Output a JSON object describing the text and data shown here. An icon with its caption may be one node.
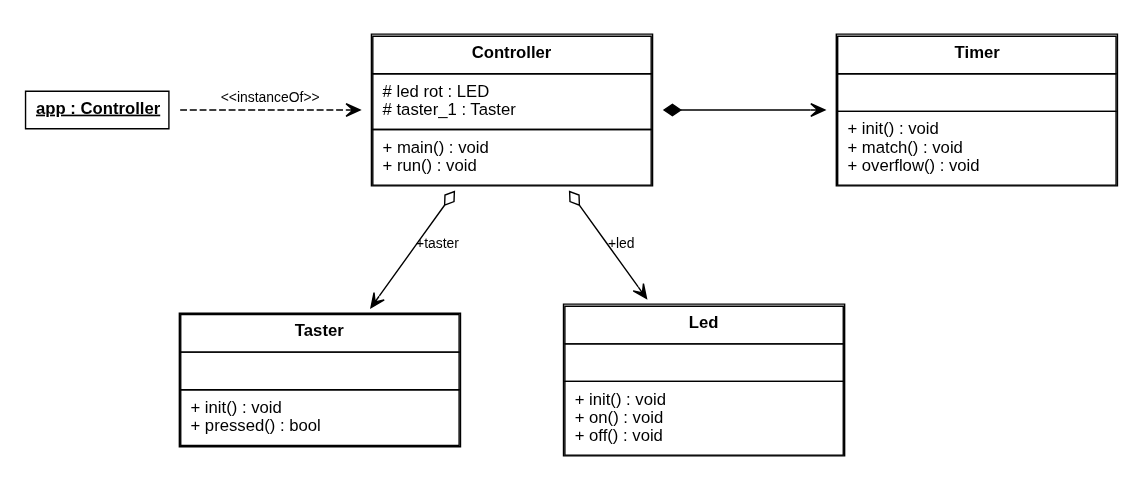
{
  "diagram": {
    "nodes": [
      {
        "text": [
          "app : Controller"
        ]
      },
      {
        "text": [
          "Controller",
          "# led rot : LED",
          "# taster_1 : Taster",
          "+ main() : void",
          "+ run() : void"
        ]
      },
      {
        "text": [
          "Timer",
          "+ init() : void",
          "+ match() : void",
          "+ overflow() : void"
        ]
      },
      {
        "text": [
          "Taster",
          "+ init() : void",
          "+ pressed() : bool"
        ]
      },
      {
        "text": [
          "Led",
          "+ init() : void",
          "+ on() : void",
          "+ off() : void"
        ]
      }
    ],
    "edges": [
      {
        "from": 0,
        "to": 1,
        "arrow": "to",
        "style": "dashed",
        "label": "<<instanceOf>>"
      },
      {
        "from": 1,
        "to": 2,
        "arrow": "to"
      },
      {
        "from": 1,
        "to": 3,
        "arrow": "to",
        "label": "+taster"
      },
      {
        "from": 1,
        "to": 4,
        "arrow": "to",
        "label": "+led"
      }
    ]
  }
}
